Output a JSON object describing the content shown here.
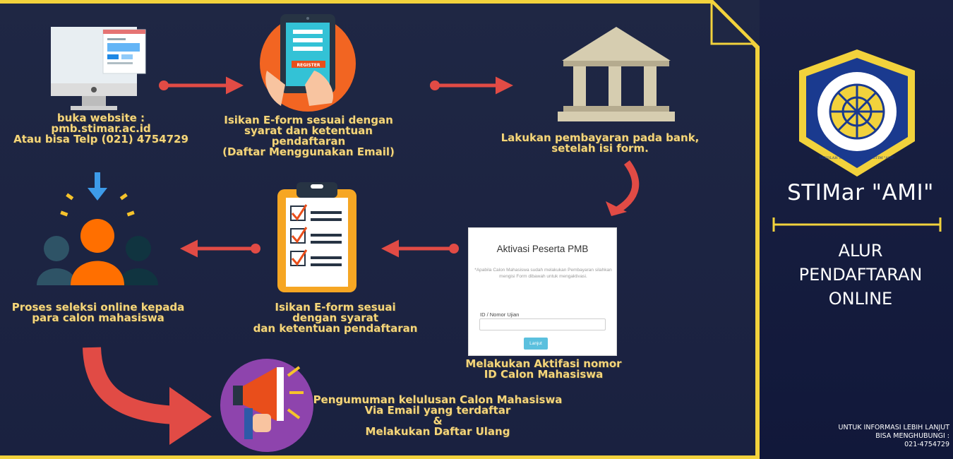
{
  "colors": {
    "panel_background": "#1f2744",
    "frame_yellow": "#f2d23c",
    "sidebar_background": "#151c38",
    "label_text": "#f5d57a",
    "arrow_red": "#e14b45"
  },
  "steps": [
    {
      "icon": "monitor-website-icon",
      "label": "buka website :\npmb.stimar.ac.id\nAtau bisa Telp (021) 4754729"
    },
    {
      "icon": "tablet-register-icon",
      "label": "Isikan E-form sesuai dengan\nsyarat dan ketentuan\npendaftaran\n(Daftar Menggunakan Email)",
      "register_text": "REGISTER"
    },
    {
      "icon": "bank-icon",
      "label": "Lakukan pembayaran pada bank,\nsetelah isi form."
    },
    {
      "icon": "activation-form-screenshot",
      "label": "Melakukan Aktifasi nomor\nID Calon Mahasiswa"
    },
    {
      "icon": "clipboard-checklist-icon",
      "label": "Isikan E-form sesuai\ndengan  syarat\ndan ketentuan pendaftaran"
    },
    {
      "icon": "people-selection-icon",
      "label": "Proses seleksi online kepada\npara calon mahasiswa"
    },
    {
      "icon": "megaphone-announcement-icon",
      "label": "Pengumuman kelulusan  Calon Mahasiswa\nVia Email yang terdaftar\n&\nMelakukan Daftar Ulang"
    }
  ],
  "activation_form": {
    "title": "Aktivasi Peserta PMB",
    "note": "*Apabila Calon Mahasiswa sudah melakukan Pembayaran silahkan mengisi Form dibawah untuk mengaktivasi.",
    "field_label": "ID / Nomor Ujian",
    "field_value": "",
    "submit_label": "Lanjut"
  },
  "sidebar": {
    "seal_text": "SEKOLAH TINGGI ILMU MARITIM \"AMI\"",
    "title": "STIMar \"AMI\"",
    "heading": "ALUR\nPENDAFTARAN\nONLINE",
    "contact": "UNTUK INFORMASI LEBIH LANJUT\nBISA MENGHUBUNGI :\n021-4754729"
  }
}
